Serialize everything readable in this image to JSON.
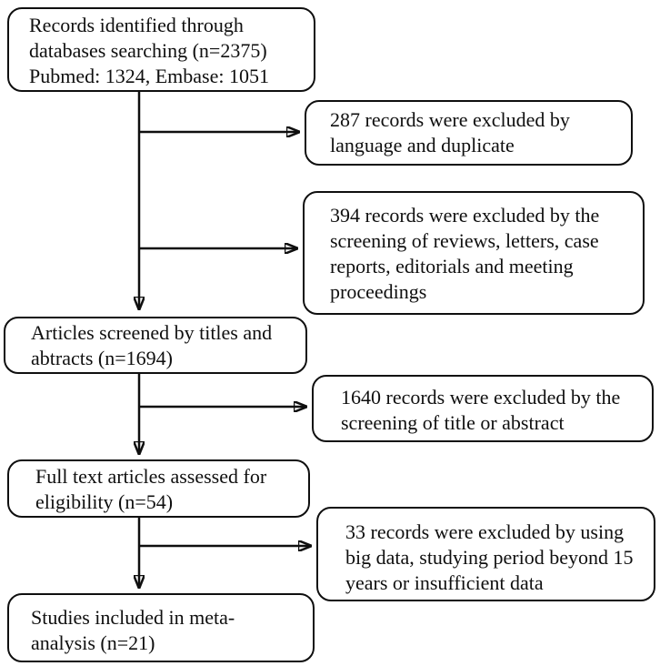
{
  "diagram": {
    "kind": "study-selection-flowchart",
    "colors": {
      "border": "#0f0f0f",
      "text": "#0f0f0f",
      "background": "#ffffff"
    },
    "boxes": {
      "identification": {
        "label": "Records identified through\ndatabases searching (n=2375)\nPubmed: 1324, Embase: 1051"
      },
      "excluded_language_duplicate": {
        "label": "287 records were excluded by\nlanguage and duplicate"
      },
      "excluded_publication_types": {
        "label": "394 records were excluded by the\nscreening of reviews, letters, case\nreports, editorials and meeting\nproceedings"
      },
      "screened_titles_abstracts": {
        "label": "Articles screened by titles and\nabtracts (n=1694)"
      },
      "excluded_title_abstract": {
        "label": "1640 records were excluded by the\nscreening of title or abstract"
      },
      "fulltext_assessed": {
        "label": "Full text articles assessed for\neligibility (n=54)"
      },
      "excluded_fulltext": {
        "label": "33 records were excluded by using\nbig data, studying period beyond 15\nyears or insufficient data"
      },
      "included_meta_analysis": {
        "label": "Studies included in meta-\nanalysis (n=21)"
      }
    }
  }
}
